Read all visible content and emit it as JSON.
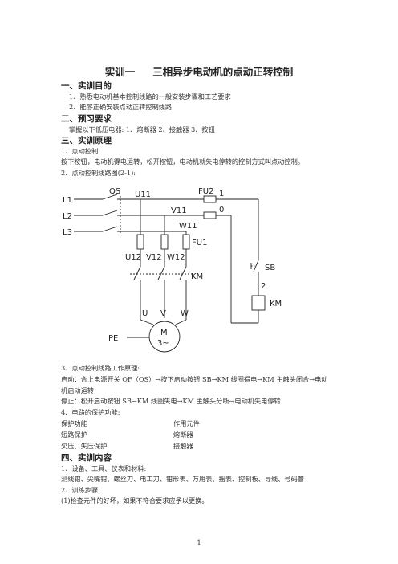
{
  "doc": {
    "title_num": "实训一",
    "title_text": "三相异步电动机的点动正转控制",
    "s1_heading": "一、实训目的",
    "s1_item1": "1、熟悉电动机基本控制线路的一般安装步骤和工艺要求",
    "s1_item2": "2、能够正确安装点动正转控制线路",
    "s2_heading": "二、预习要求",
    "s2_line": "掌握以下低压电器: 1、熔断器        2、接触器         3、按钮",
    "s3_heading": "三、实训原理",
    "p1": "1、点动控制",
    "p2": "按下按钮，电动机得电运转，松开按钮，电动机就失电停转的控制方式叫点动控制。",
    "p3": "2、点动控制线路图(2-1):",
    "p4": "3、点动控制线路工作原理:",
    "p5a": "启动：合上电源开关 QF（QS）→按下启动按钮 SB→KM 线圈得电→KM 主触头闭合→电动",
    "p5b": "机启动运转",
    "p6": "停止：松开启动按钮 SB→KM 线圈失电→KM 主触头分断→电动机失电停转",
    "p7": "4、电路的保护功能:",
    "prot_head_left": "保护功能",
    "prot_head_right": "作用元件",
    "prot_r1_left": "短路保护",
    "prot_r1_right": "熔断器",
    "prot_r2_left": "欠压、失压保护",
    "prot_r2_right": "接触器",
    "s4_heading": "四、实训内容",
    "q1": "1、设备、工具、仪表和材料:",
    "q2": "测线钳、尖嘴钳、螺丝刀、电工刀、钳形表、万用表、摇表、控制板、导线、号码管",
    "q3": "2、训练步骤:",
    "q4": "(1)检查元件的好坏，如果不符合要求应予以更换。",
    "page_number": "1"
  },
  "diagram": {
    "L1": "L1",
    "L2": "L2",
    "L3": "L3",
    "QS": "QS",
    "U11": "U11",
    "V11": "V11",
    "W11": "W11",
    "FU1": "FU1",
    "FU2": "FU2",
    "U12": "U12",
    "V12": "V12",
    "W12": "W12",
    "KM_main": "KM",
    "n1": "1",
    "n0": "0",
    "SB": "SB",
    "n2": "2",
    "KM_coil": "KM",
    "U": "U",
    "V": "V",
    "W": "W",
    "PE": "PE",
    "M": "M",
    "M3": "3~"
  }
}
